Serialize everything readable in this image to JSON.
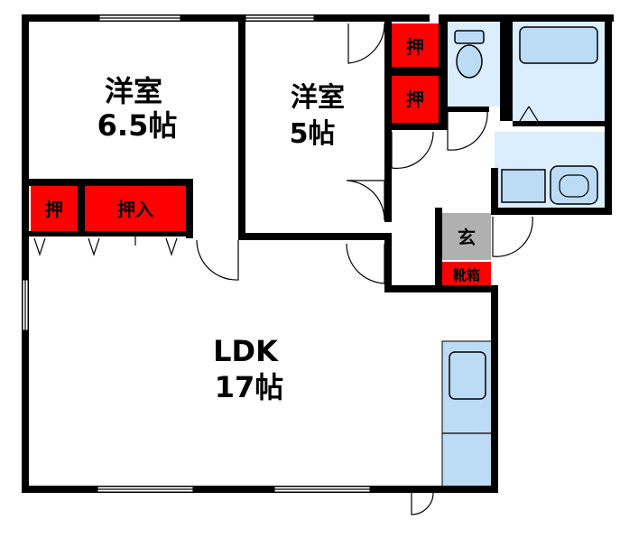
{
  "rooms": {
    "western1": {
      "line1": "洋室",
      "line2": "6.5帖"
    },
    "western2": {
      "line1": "洋室",
      "line2": "5帖"
    },
    "ldk": {
      "line1": "LDK",
      "line2": "17帖"
    }
  },
  "closets": {
    "oshi_a": "押",
    "oshi_b": "押",
    "oshi_c": "押",
    "oshiire": "押入",
    "entrance": "玄",
    "shoe_box": "靴箱"
  },
  "colors": {
    "closet": "#ff0000",
    "wet_area": "#dbeeff",
    "fixture": "#bcdcf5",
    "entrance": "#b0b0b0",
    "wall": "#000000"
  }
}
